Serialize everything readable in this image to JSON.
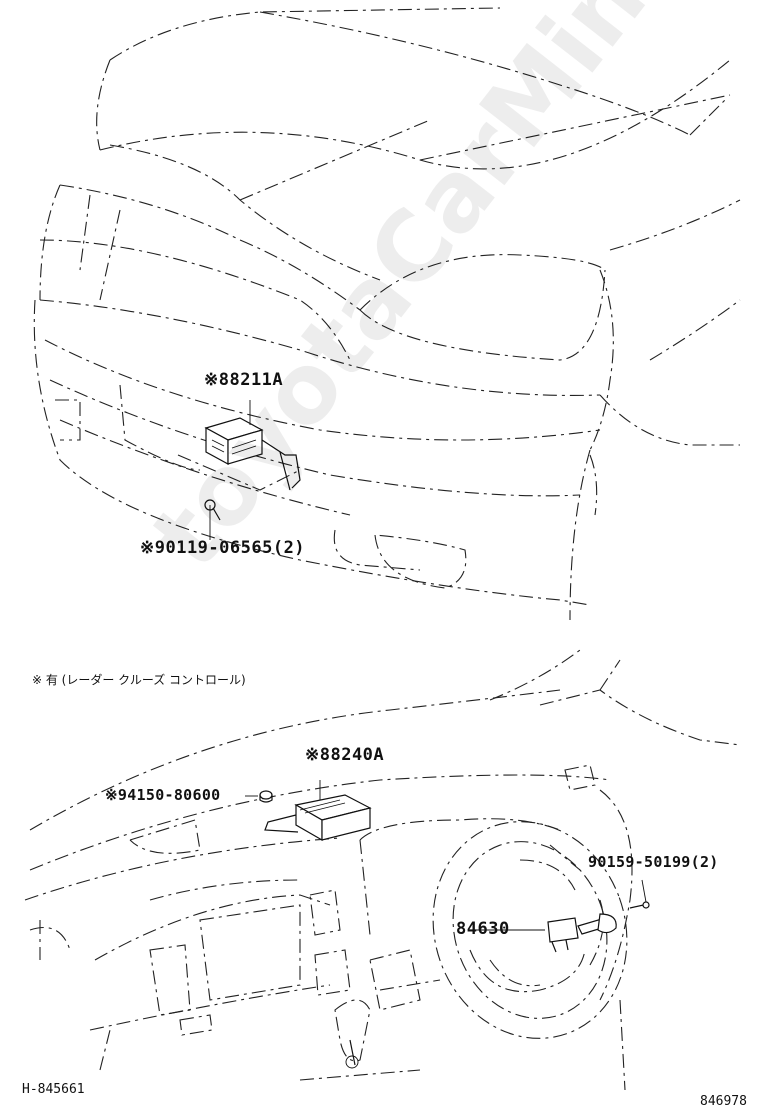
{
  "parts": {
    "radar_sensor": "※88211A",
    "sensor_bolt": "※90119-06565(2)",
    "cruise_ecu": "※88240A",
    "ecu_nut": "※94150-80600",
    "switch_screw": "90159-50199(2)",
    "cruise_switch": "84630"
  },
  "legend_note": "※ 有 (レーダー クルーズ コントロール)",
  "footer": {
    "left_code": "H-845661",
    "right_code": "846978"
  },
  "watermark_text": "toyotaCarMine.ru",
  "colors": {
    "line": "#111111",
    "background": "#ffffff",
    "watermark": "rgba(0,0,0,0.07)"
  }
}
